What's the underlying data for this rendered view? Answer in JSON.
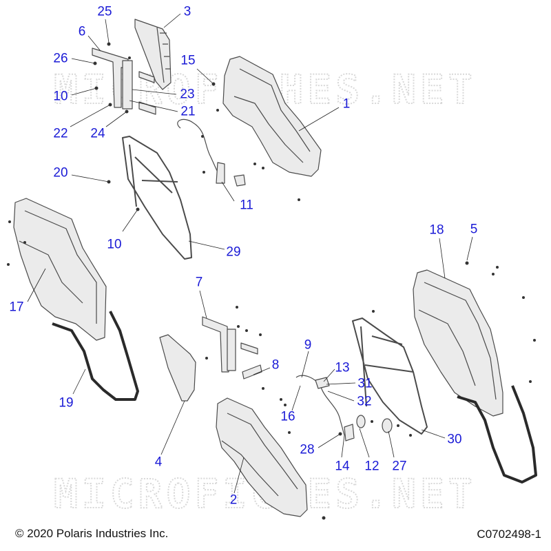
{
  "watermark": "MICROFICHES.NET",
  "footer": {
    "copyright": "© 2020 Polaris Industries Inc.",
    "drawing_id": "C0702498-1"
  },
  "colors": {
    "callout": "#1a1ad6",
    "part_fill": "#ebebeb",
    "part_stroke": "#4a4a4a",
    "footer_text": "#111111"
  },
  "callouts": [
    {
      "label": "25"
    },
    {
      "label": "3"
    },
    {
      "label": "6"
    },
    {
      "label": "26"
    },
    {
      "label": "15"
    },
    {
      "label": "10"
    },
    {
      "label": "23"
    },
    {
      "label": "1"
    },
    {
      "label": "21"
    },
    {
      "label": "22"
    },
    {
      "label": "24"
    },
    {
      "label": "20"
    },
    {
      "label": "11"
    },
    {
      "label": "10"
    },
    {
      "label": "29"
    },
    {
      "label": "18"
    },
    {
      "label": "5"
    },
    {
      "label": "17"
    },
    {
      "label": "7"
    },
    {
      "label": "9"
    },
    {
      "label": "13"
    },
    {
      "label": "8"
    },
    {
      "label": "31"
    },
    {
      "label": "19"
    },
    {
      "label": "32"
    },
    {
      "label": "16"
    },
    {
      "label": "30"
    },
    {
      "label": "28"
    },
    {
      "label": "4"
    },
    {
      "label": "14"
    },
    {
      "label": "12"
    },
    {
      "label": "27"
    },
    {
      "label": "2"
    }
  ]
}
